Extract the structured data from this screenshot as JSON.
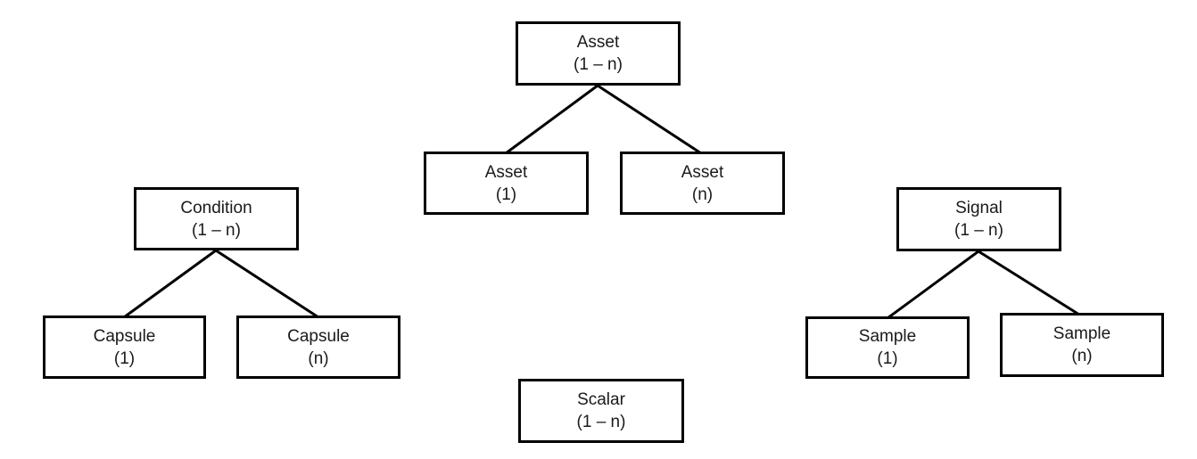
{
  "diagram": {
    "nodes": {
      "asset_root": {
        "label": "Asset",
        "cardinality": "(1 – n)"
      },
      "asset_1": {
        "label": "Asset",
        "cardinality": "(1)"
      },
      "asset_n": {
        "label": "Asset",
        "cardinality": "(n)"
      },
      "condition_root": {
        "label": "Condition",
        "cardinality": "(1 – n)"
      },
      "capsule_1": {
        "label": "Capsule",
        "cardinality": "(1)"
      },
      "capsule_n": {
        "label": "Capsule",
        "cardinality": "(n)"
      },
      "signal_root": {
        "label": "Signal",
        "cardinality": "(1 – n)"
      },
      "sample_1": {
        "label": "Sample",
        "cardinality": "(1)"
      },
      "sample_n": {
        "label": "Sample",
        "cardinality": "(n)"
      },
      "scalar": {
        "label": "Scalar",
        "cardinality": "(1 – n)"
      }
    },
    "edges": [
      {
        "from": "asset_root",
        "to": "asset_1"
      },
      {
        "from": "asset_root",
        "to": "asset_n"
      },
      {
        "from": "condition_root",
        "to": "capsule_1"
      },
      {
        "from": "condition_root",
        "to": "capsule_n"
      },
      {
        "from": "signal_root",
        "to": "sample_1"
      },
      {
        "from": "signal_root",
        "to": "sample_n"
      }
    ],
    "colors": {
      "box_border": "#000000",
      "connector": "#000000",
      "text": "#1a1a1a",
      "background": "#ffffff"
    }
  }
}
